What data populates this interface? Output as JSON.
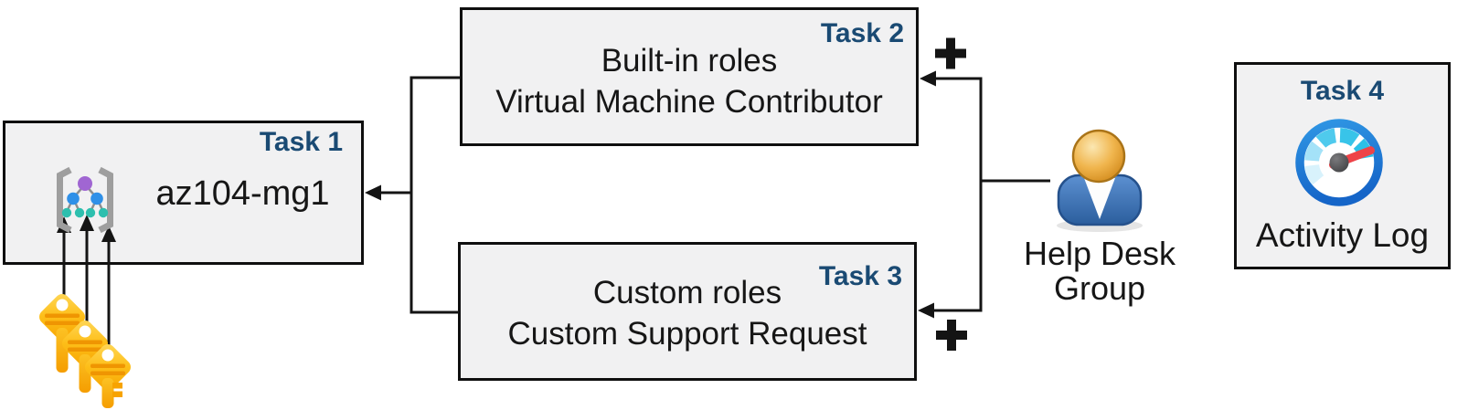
{
  "boxes": {
    "task1": {
      "tag": "Task 1",
      "title": "az104-mg1"
    },
    "task2": {
      "tag": "Task 2",
      "lines": [
        "Built-in roles",
        "Virtual Machine Contributor"
      ]
    },
    "task3": {
      "tag": "Task 3",
      "lines": [
        "Custom roles",
        "Custom Support Request"
      ]
    },
    "task4": {
      "tag": "Task 4",
      "caption": "Activity Log"
    }
  },
  "actors": {
    "help_desk_group": {
      "line1": "Help Desk",
      "line2": "Group"
    }
  },
  "connectors": {
    "plus_task2": "+",
    "plus_task3": "+"
  },
  "icons": {
    "management_group": "management-group-icon",
    "keys": "key-icon",
    "person": "person-icon",
    "gauge": "gauge-icon"
  },
  "colors": {
    "task_tag": "#1a4a73",
    "box_fill": "#f1f1f2",
    "box_border": "#0f0f0f",
    "connector": "#141414",
    "key_gold": "#f9ae00",
    "person_body_blue": "#35649f",
    "person_head_gold": "#e8a33d",
    "gauge_ring_blue": "#1e7ed6",
    "gauge_needle_red": "#ee4348"
  }
}
